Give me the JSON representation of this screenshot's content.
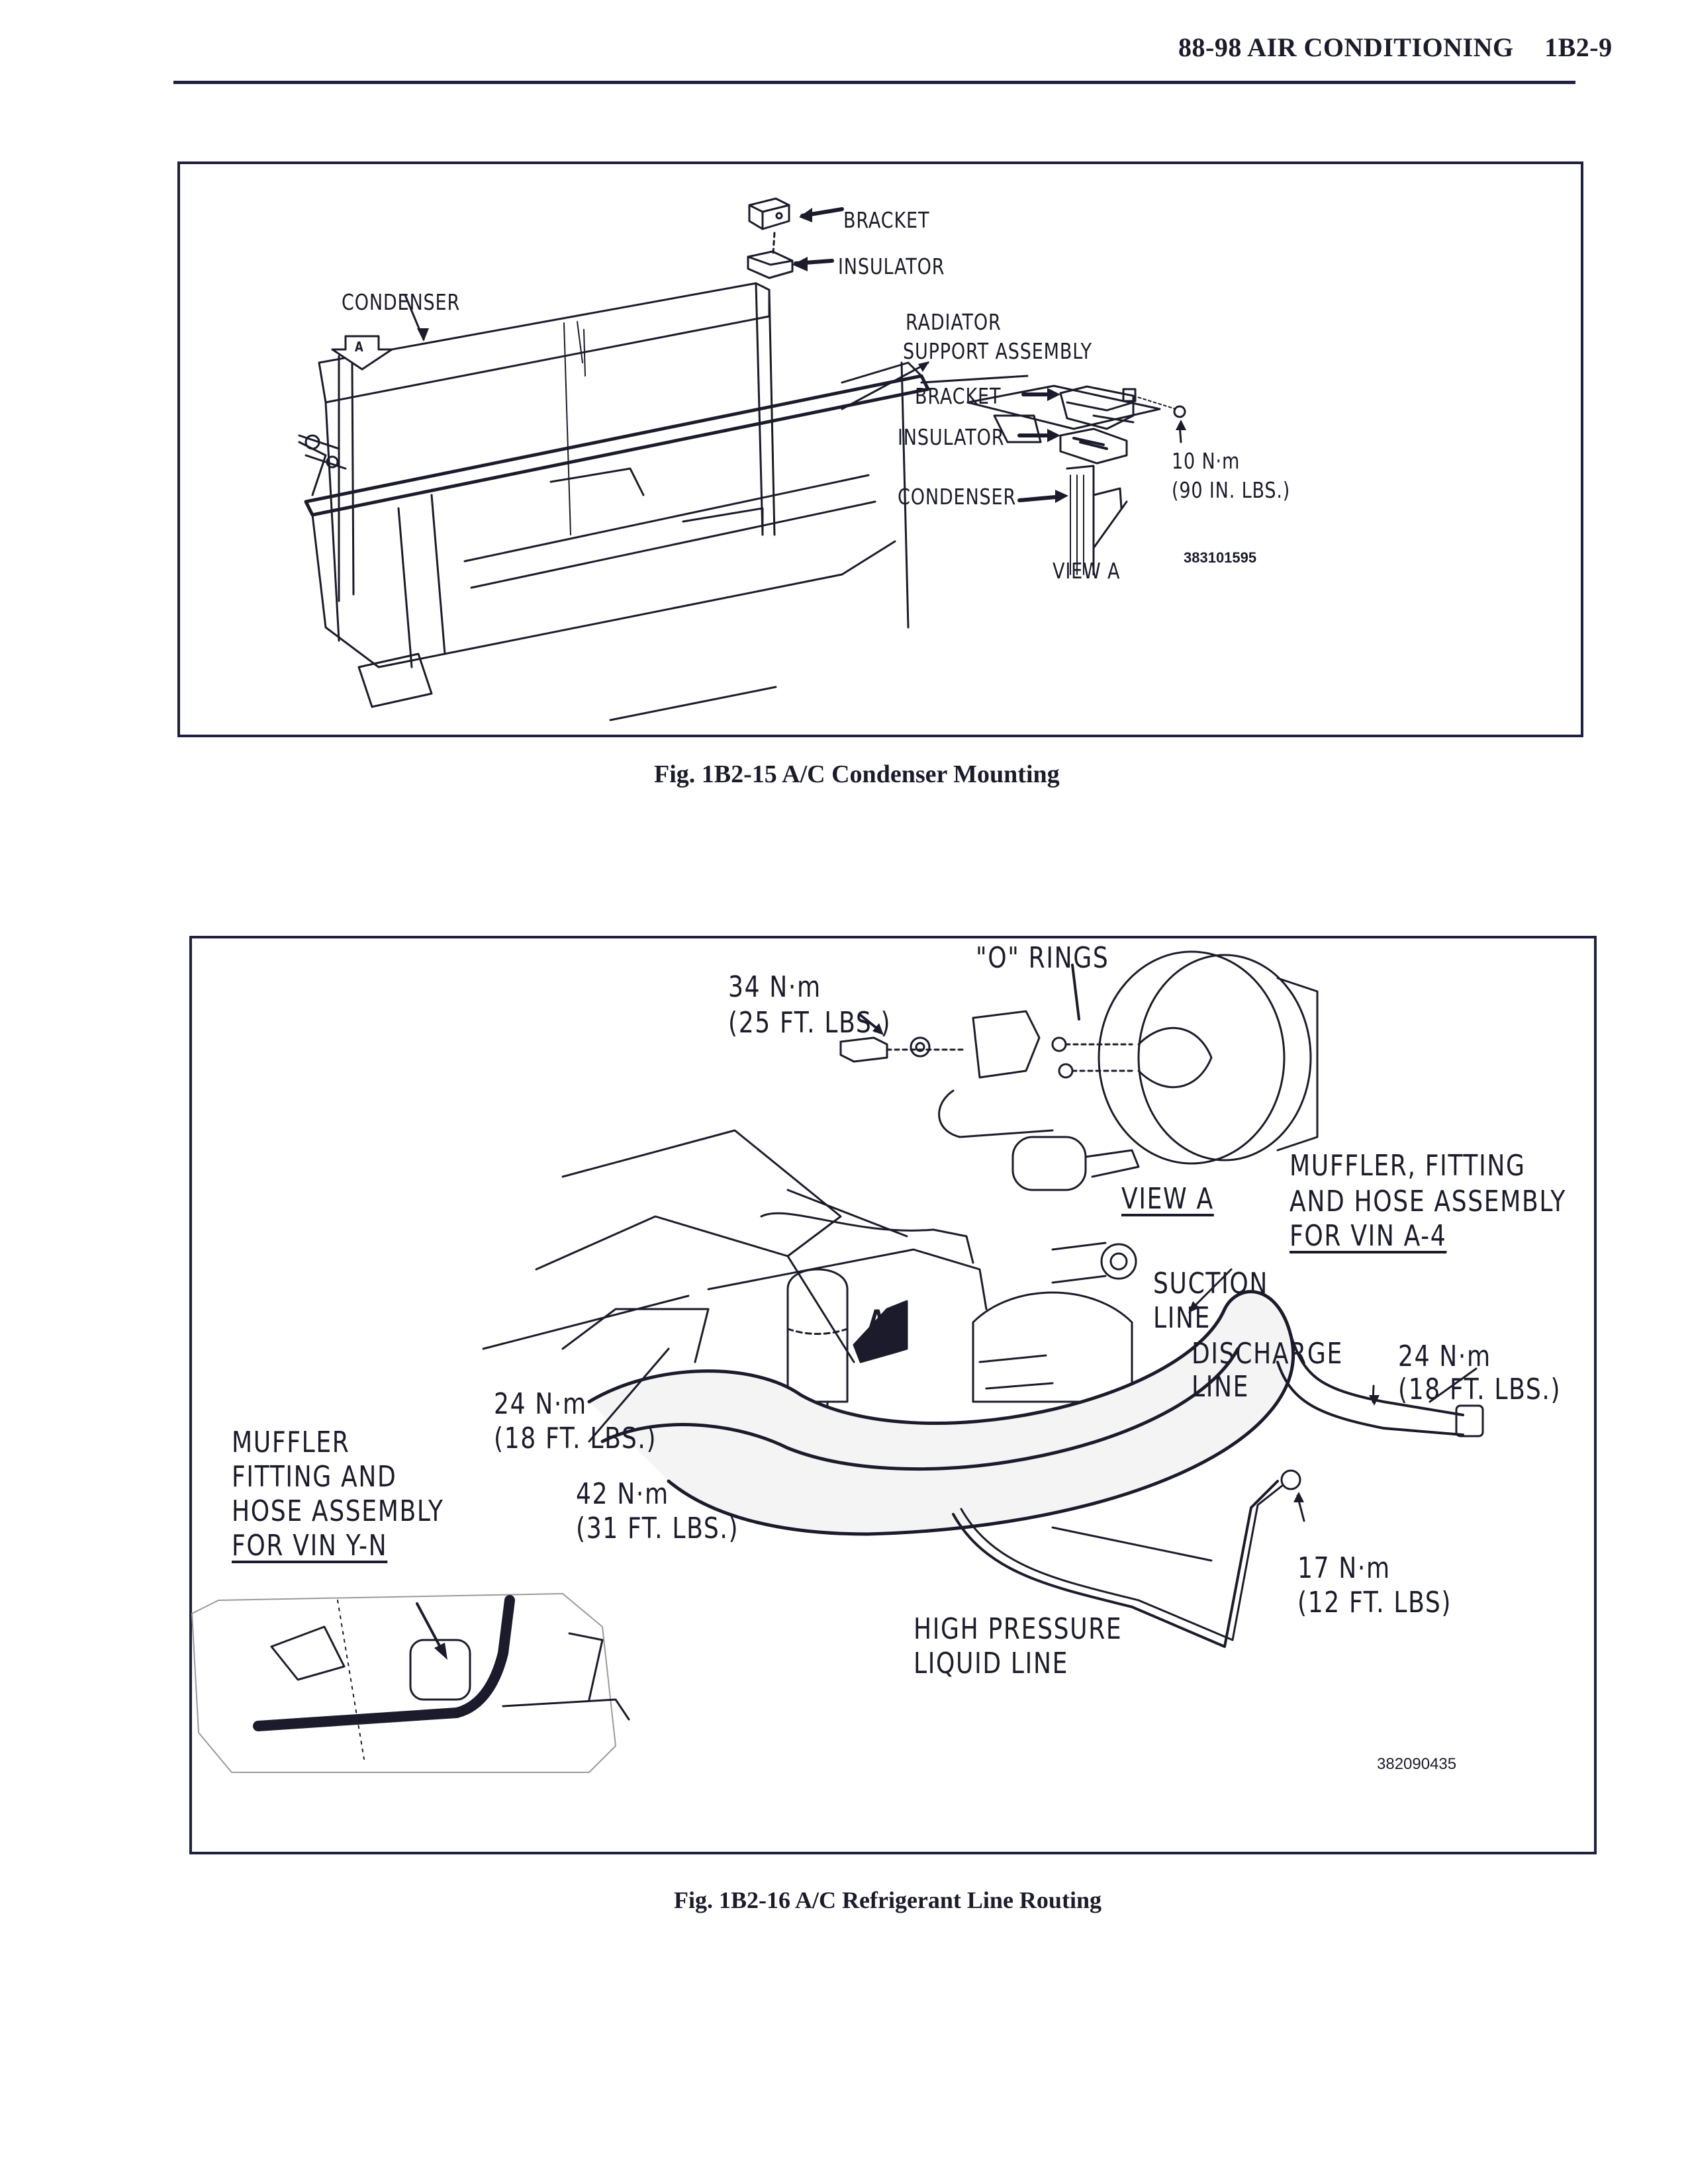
{
  "header": {
    "title": "88-98 AIR CONDITIONING",
    "page_number": "1B2-9"
  },
  "figure_15": {
    "caption": "Fig. 1B2-15 A/C Condenser Mounting",
    "labels": {
      "bracket_top": "BRACKET",
      "insulator_top": "INSULATOR",
      "condenser_main": "CONDENSER",
      "radiator_support_line1": "RADIATOR",
      "radiator_support_line2": "SUPPORT ASSEMBLY",
      "view_arrow": "A",
      "bracket_detail": "BRACKET",
      "insulator_detail": "INSULATOR",
      "condenser_detail": "CONDENSER",
      "torque_line1": "10 N·m",
      "torque_line2": "(90 IN. LBS.)",
      "view_title": "VIEW A",
      "part_number": "383101595"
    }
  },
  "figure_16": {
    "caption": "Fig. 1B2-16 A/C Refrigerant Line Routing",
    "labels": {
      "o_rings": "\"O\" RINGS",
      "torque_34_line1": "34 N·m",
      "torque_34_line2": "(25 FT.  LBS.)",
      "view_a": "VIEW A",
      "muffler_a4_line1": "MUFFLER,  FITTING",
      "muffler_a4_line2": "AND HOSE ASSEMBLY",
      "muffler_a4_line3": "FOR VIN A-4",
      "suction_line1": "SUCTION",
      "suction_line2": "LINE",
      "discharge_line1": "DISCHARGE",
      "discharge_line2": "LINE",
      "torque_24r_line1": "24 N·m",
      "torque_24r_line2": "(18 FT.  LBS.)",
      "torque_24l_line1": "24 N·m",
      "torque_24l_line2": "(18 FT.  LBS.)",
      "torque_42_line1": "42 N·m",
      "torque_42_line2": "(31 FT.  LBS.)",
      "muffler_yn_line1": "MUFFLER",
      "muffler_yn_line2": "FITTING AND",
      "muffler_yn_line3": "HOSE ASSEMBLY",
      "muffler_yn_line4": "FOR  VIN  Y-N",
      "view_arrow": "A",
      "torque_17_line1": "17 N·m",
      "torque_17_line2": "(12 FT.  LBS)",
      "hp_line1": "HIGH PRESSURE",
      "hp_line2": "LIQUID LINE",
      "part_number": "382090435"
    }
  }
}
